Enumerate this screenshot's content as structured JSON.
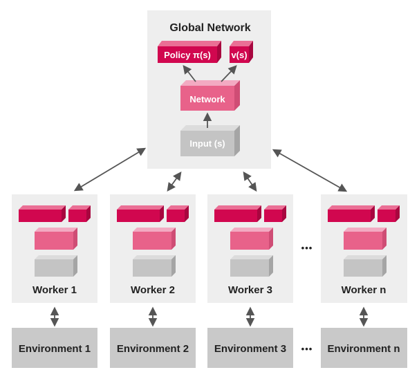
{
  "global": {
    "title": "Global Network",
    "policy_label": "Policy π(s)",
    "value_label": "v(s)",
    "network_label": "Network",
    "input_label": "Input (s)"
  },
  "workers": [
    {
      "label": "Worker 1",
      "environment": "Environment 1"
    },
    {
      "label": "Worker 2",
      "environment": "Environment 2"
    },
    {
      "label": "Worker 3",
      "environment": "Environment 3"
    },
    {
      "label": "Worker n",
      "environment": "Environment n"
    }
  ],
  "ellipsis": "•••",
  "colors": {
    "panel": "#eeeeee",
    "environment": "#c9c9c9",
    "crimson": "#d1074f",
    "pink": "#e8628a",
    "gray_block": "#c4c4c4",
    "arrow": "#555555",
    "text": "#222222",
    "label_on_block": "#ffffff"
  }
}
